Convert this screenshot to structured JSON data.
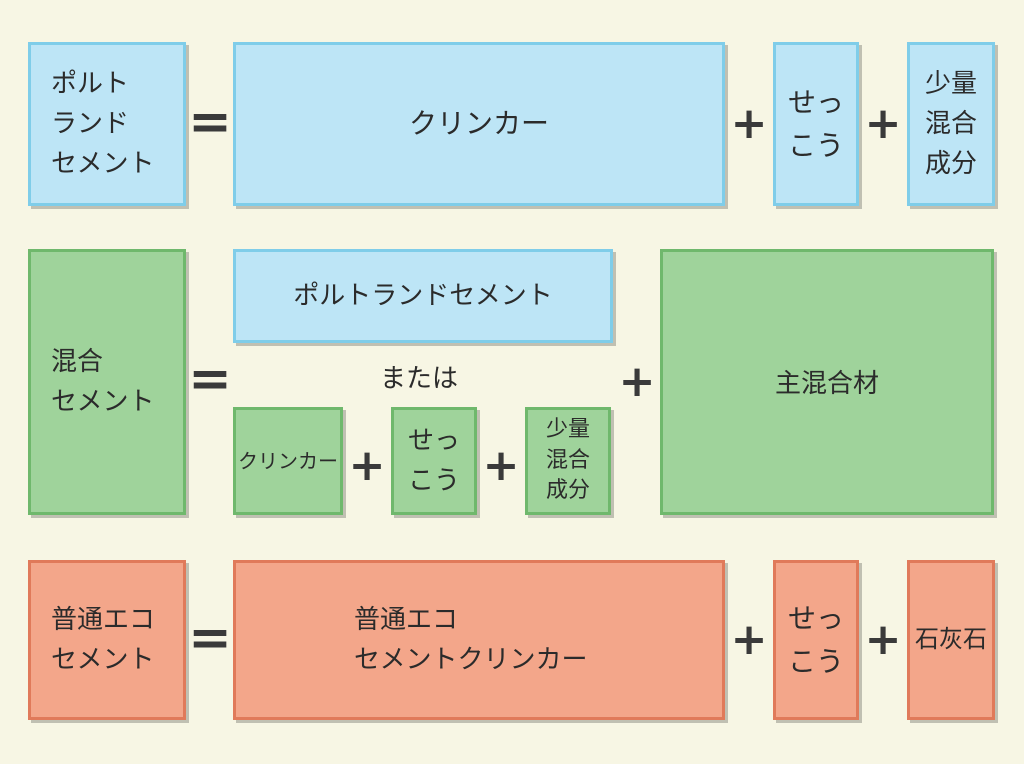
{
  "colors": {
    "blue": "#bde5f6",
    "green": "#9fd39b",
    "orange": "#f3a68a",
    "background": "#f7f6e4"
  },
  "operators": {
    "equals": "=",
    "plus": "+"
  },
  "portland": {
    "name_lines": [
      "ポルト",
      "ランド",
      "セメント"
    ],
    "clinker": "クリンカー",
    "gypsum_lines": [
      "せっ",
      "こう"
    ],
    "minor_lines": [
      "少量",
      "混合",
      "成分"
    ]
  },
  "blended": {
    "name_lines": [
      "混合",
      "セメント"
    ],
    "portland": "ポルトランドセメント",
    "or": "または",
    "clinker": "クリンカー",
    "gypsum_lines": [
      "せっ",
      "こう"
    ],
    "minor_lines": [
      "少量",
      "混合",
      "成分"
    ],
    "main_material": "主混合材"
  },
  "eco": {
    "name_lines": [
      "普通エコ",
      "セメント"
    ],
    "clinker_lines": [
      "普通エコ",
      "セメントクリンカー"
    ],
    "gypsum_lines": [
      "せっ",
      "こう"
    ],
    "limestone": "石灰石"
  }
}
